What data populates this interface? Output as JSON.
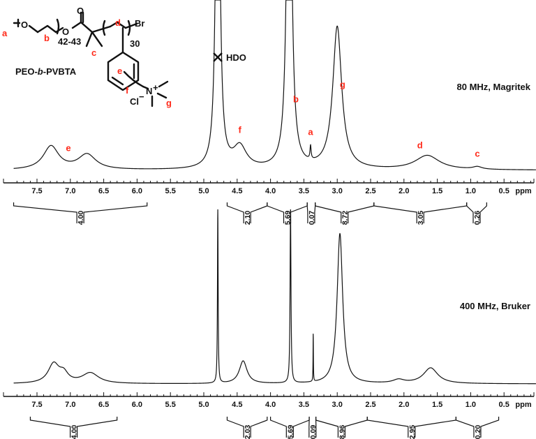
{
  "chart_data": [
    {
      "type": "line",
      "title": "80 MHz, Magritek",
      "xlabel": "ppm",
      "xlim": [
        7.82,
        0.0
      ],
      "x_ticks": [
        "7.5",
        "7.0",
        "6.5",
        "6.0",
        "5.5",
        "5.0",
        "4.5",
        "4.0",
        "3.5",
        "3.0",
        "2.5",
        "2.0",
        "1.5",
        "1.0",
        "0.5"
      ],
      "grid": false,
      "peaks": [
        {
          "ppm": 7.29,
          "height": 0.14,
          "width": 0.14
        },
        {
          "ppm": 6.75,
          "height": 0.09,
          "width": 0.16
        },
        {
          "ppm": 4.79,
          "height": 3.0,
          "width": 0.03
        },
        {
          "ppm": 4.46,
          "height": 0.13,
          "width": 0.12
        },
        {
          "ppm": 3.72,
          "height": 3.0,
          "width": 0.035
        },
        {
          "ppm": 3.4,
          "height": 0.08,
          "width": 0.01
        },
        {
          "ppm": 3.0,
          "height": 0.85,
          "width": 0.08
        },
        {
          "ppm": 1.65,
          "height": 0.085,
          "width": 0.22
        },
        {
          "ppm": 0.9,
          "height": 0.015,
          "width": 0.08
        }
      ],
      "peak_labels": [
        {
          "text": "e",
          "ppm": 7.03
        },
        {
          "text": "f",
          "ppm": 4.46
        },
        {
          "text": "b",
          "ppm": 3.62
        },
        {
          "text": "a",
          "ppm": 3.4
        },
        {
          "text": "g",
          "ppm": 2.92
        },
        {
          "text": "d",
          "ppm": 1.76
        },
        {
          "text": "c",
          "ppm": 0.9
        }
      ],
      "solvent_label": "HDO",
      "integrals": [
        {
          "from": 7.85,
          "to": 5.85,
          "value": "4.00"
        },
        {
          "from": 4.65,
          "to": 4.05,
          "value": "2.10"
        },
        {
          "from": 4.05,
          "to": 3.45,
          "value": "5.69"
        },
        {
          "from": 3.45,
          "to": 3.33,
          "value": "0.07"
        },
        {
          "from": 3.33,
          "to": 2.45,
          "value": "8.72"
        },
        {
          "from": 2.45,
          "to": 1.06,
          "value": "3.05"
        },
        {
          "from": 1.06,
          "to": 0.76,
          "value": "0.26"
        }
      ]
    },
    {
      "type": "line",
      "title": "400 MHz, Bruker",
      "xlabel": "ppm",
      "xlim": [
        7.82,
        0.0
      ],
      "x_ticks": [
        "7.5",
        "7.0",
        "6.5",
        "6.0",
        "5.5",
        "5.0",
        "4.5",
        "4.0",
        "3.5",
        "3.0",
        "2.5",
        "2.0",
        "1.5",
        "1.0",
        "0.5"
      ],
      "grid": false,
      "peaks": [
        {
          "ppm": 7.25,
          "height": 0.11,
          "width": 0.1
        },
        {
          "ppm": 7.1,
          "height": 0.05,
          "width": 0.08
        },
        {
          "ppm": 6.7,
          "height": 0.06,
          "width": 0.15
        },
        {
          "ppm": 4.79,
          "height": 1.0,
          "width": 0.006
        },
        {
          "ppm": 4.41,
          "height": 0.13,
          "width": 0.07
        },
        {
          "ppm": 3.7,
          "height": 1.0,
          "width": 0.008
        },
        {
          "ppm": 3.36,
          "height": 0.28,
          "width": 0.003
        },
        {
          "ppm": 2.96,
          "height": 0.86,
          "width": 0.05
        },
        {
          "ppm": 2.08,
          "height": 0.02,
          "width": 0.1
        },
        {
          "ppm": 1.6,
          "height": 0.09,
          "width": 0.13
        }
      ],
      "integrals": [
        {
          "from": 7.6,
          "to": 6.3,
          "value": "4.00"
        },
        {
          "from": 4.65,
          "to": 4.05,
          "value": "2.03"
        },
        {
          "from": 4.0,
          "to": 3.42,
          "value": "5.69"
        },
        {
          "from": 3.42,
          "to": 3.32,
          "value": "0.09"
        },
        {
          "from": 3.32,
          "to": 2.55,
          "value": "8.96"
        },
        {
          "from": 2.55,
          "to": 1.22,
          "value": "2.95"
        },
        {
          "from": 1.22,
          "to": 0.58,
          "value": "0.20"
        }
      ]
    }
  ],
  "structure": {
    "name": "PEO-b-PVBTA",
    "name_prefix": "PEO-",
    "name_italic": "b",
    "name_suffix": "-PVBTA",
    "label_a": "a",
    "label_b": "b",
    "label_c": "c",
    "label_d": "d",
    "label_e": "e",
    "label_f": "f",
    "label_g": "g",
    "oxygen": "O",
    "peo_repeat": "42-43",
    "pvbta_repeat": "30",
    "bromine": "Br",
    "nitrogen": "N",
    "plus": "+",
    "chloride": "Cl",
    "minus": "−"
  },
  "colors": {
    "label": "#ff2a1a",
    "trace": "#111111"
  }
}
